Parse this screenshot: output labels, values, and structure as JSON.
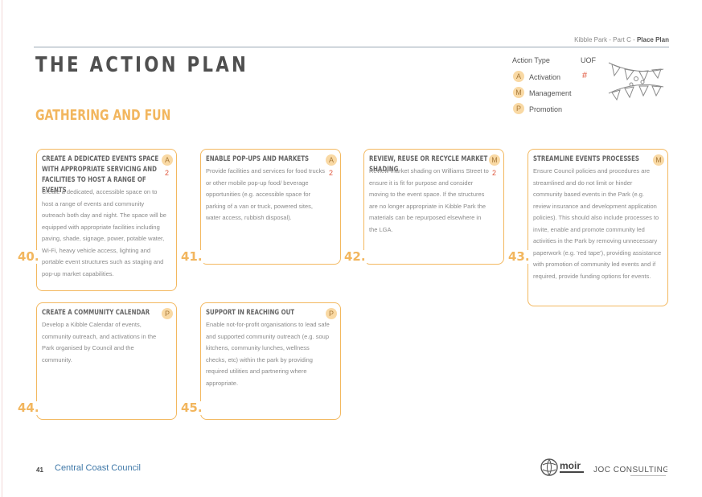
{
  "header": {
    "doc_title": "Kibble Park - Part C - ",
    "section": "Place Plan"
  },
  "title": "THE ACTION PLAN",
  "subtitle": "GATHERING AND FUN",
  "legend": {
    "action_type_label": "Action Type",
    "uof_label": "UOF",
    "uof_symbol": "#",
    "items": [
      {
        "letter": "A",
        "label": "Activation"
      },
      {
        "letter": "M",
        "label": "Management"
      },
      {
        "letter": "P",
        "label": "Promotion"
      }
    ]
  },
  "cards": [
    {
      "number": "40.",
      "title": "Create a dedicated events space with appropriate servicing and facilities to host a range of events",
      "type": "A",
      "uof": "2",
      "body": "Create a dedicated, accessible space on to host a range of events and community outreach both day and night. The space will be equipped with appropriate facilities including paving, shade, signage, power, potable water, Wi-Fi, heavy vehicle access, lighting and portable event structures such as staging and pop-up market capabilities."
    },
    {
      "number": "41.",
      "title": "Enable pop-ups and markets",
      "type": "A",
      "uof": "2",
      "body": "Provide facilities and services for food trucks or other mobile pop-up food/ beverage opportunities (e.g. accessible space for parking of a van or truck, powered sites, water access, rubbish disposal)."
    },
    {
      "number": "42.",
      "title": "Review, reuse or recycle market shading",
      "type": "M",
      "uof": "2",
      "body": "Review market shading on Williams Street to ensure it is fit for purpose and consider moving to the event space. If the structures are no longer appropriate in Kibble Park the materials can be repurposed elsewhere in the LGA."
    },
    {
      "number": "43.",
      "title": "Streamline events processes",
      "type": "M",
      "uof": "",
      "body": "Ensure Council policies and procedures are streamlined and do not limit or hinder community based events in the Park (e.g. review insurance and development application policies). This should also include processes to invite, enable and promote community led activities in the Park by removing unnecessary paperwork (e.g. 'red tape'), providing assistance with promotion of community led events and if required, provide funding options for events."
    },
    {
      "number": "44.",
      "title": "Create a community calendar",
      "type": "P",
      "uof": "",
      "body": "Develop a Kibble Calendar of events, community outreach, and activations in the Park organised by Council and the community."
    },
    {
      "number": "45.",
      "title": "Support in reaching out",
      "type": "P",
      "uof": "",
      "body": "Enable not-for-profit organisations to lead safe and supported community outreach (e.g. soup kitchens, community lunches, wellness checks, etc) within the park by providing required utilities and partnering where appropriate."
    }
  ],
  "footer": {
    "page": "41",
    "council": "Central Coast Council",
    "logo1": "moir",
    "logo2": "JOC CONSULTING"
  },
  "colors": {
    "accent": "#f2b65e",
    "badge_bg": "#f9d9a4",
    "uof": "#e0563c",
    "council_blue": "#3f78a8"
  }
}
